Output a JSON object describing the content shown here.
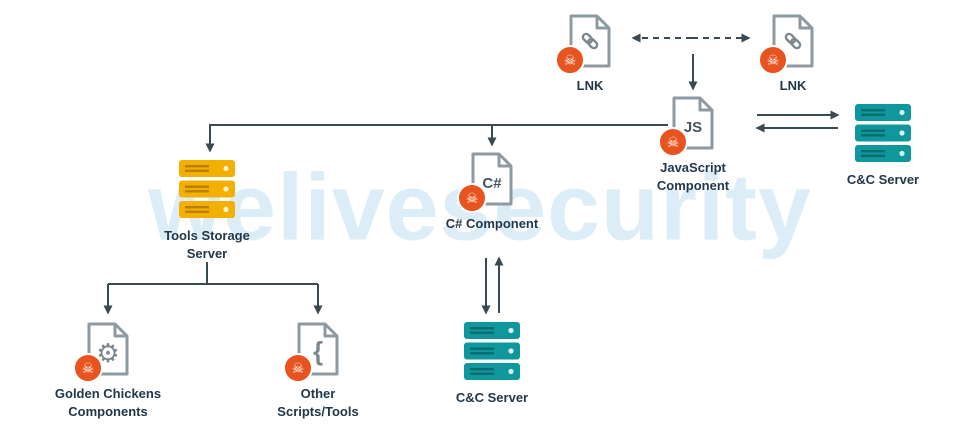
{
  "watermark": "welivesecurity",
  "colors": {
    "badge_orange": "#e8541f",
    "teal_server": "#0f979c",
    "yellow_server": "#f3b000",
    "connector_line": "#3a4a52",
    "label_text": "#21384a",
    "watermark_blue": "#dcedf8"
  },
  "icons": {
    "malware_badge": "☠",
    "gear": "⚙",
    "brace": "{"
  },
  "nodes": {
    "lnk_left": {
      "label": "LNK"
    },
    "lnk_right": {
      "label": "LNK"
    },
    "js_component": {
      "label": "JavaScript\nComponent",
      "glyph": "JS"
    },
    "cc_server_right": {
      "label": "C&C Server"
    },
    "tools_storage_server": {
      "label": "Tools Storage\nServer"
    },
    "csharp_component": {
      "label": "C# Component",
      "glyph": "C#"
    },
    "cc_server_bottom": {
      "label": "C&C Server"
    },
    "golden_chickens": {
      "label": "Golden Chickens\nComponents"
    },
    "other_scripts": {
      "label": "Other\nScripts/Tools"
    }
  }
}
